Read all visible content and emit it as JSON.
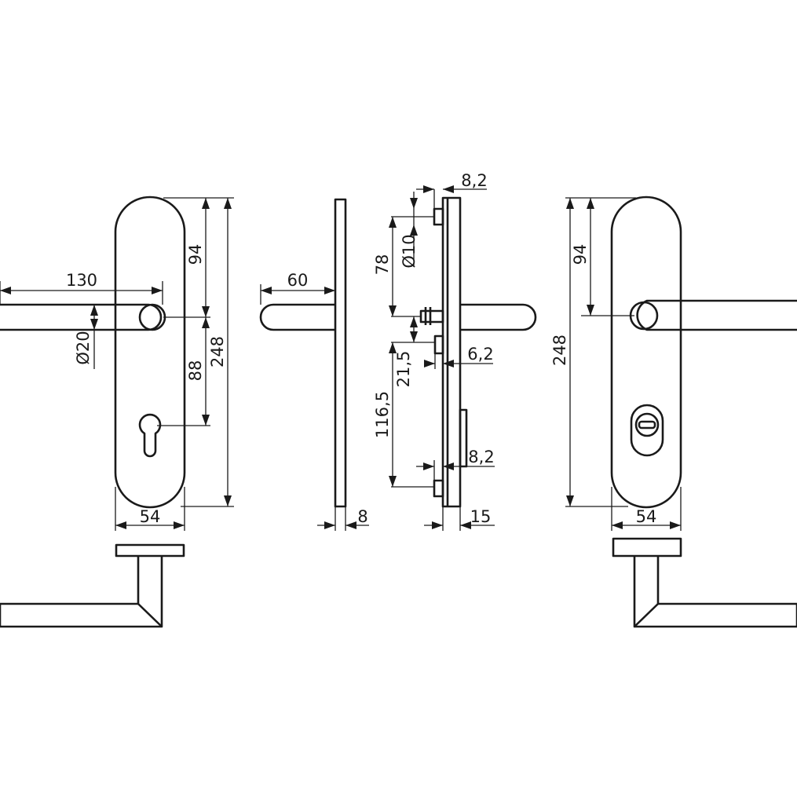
{
  "drawing": {
    "front_view_left": {
      "lever_length": "130",
      "rose_diameter": "Ø20",
      "lever_to_top": "94",
      "lever_to_cylinder": "88",
      "plate_height": "248",
      "plate_width": "54"
    },
    "side_view_left": {
      "lever_projection": "60",
      "plate_thickness": "8"
    },
    "side_section": {
      "top_offset": "8,2",
      "screw_diameter": "Ø10",
      "screw_to_lever": "78",
      "lever_to_lower_screw": "21,5",
      "lower_screw_offset": "6,2",
      "lower_screw_distance": "116,5",
      "bottom_offset": "8,2",
      "total_thickness": "15"
    },
    "front_view_right": {
      "lever_to_top": "94",
      "plate_height": "248",
      "plate_width": "54"
    }
  }
}
